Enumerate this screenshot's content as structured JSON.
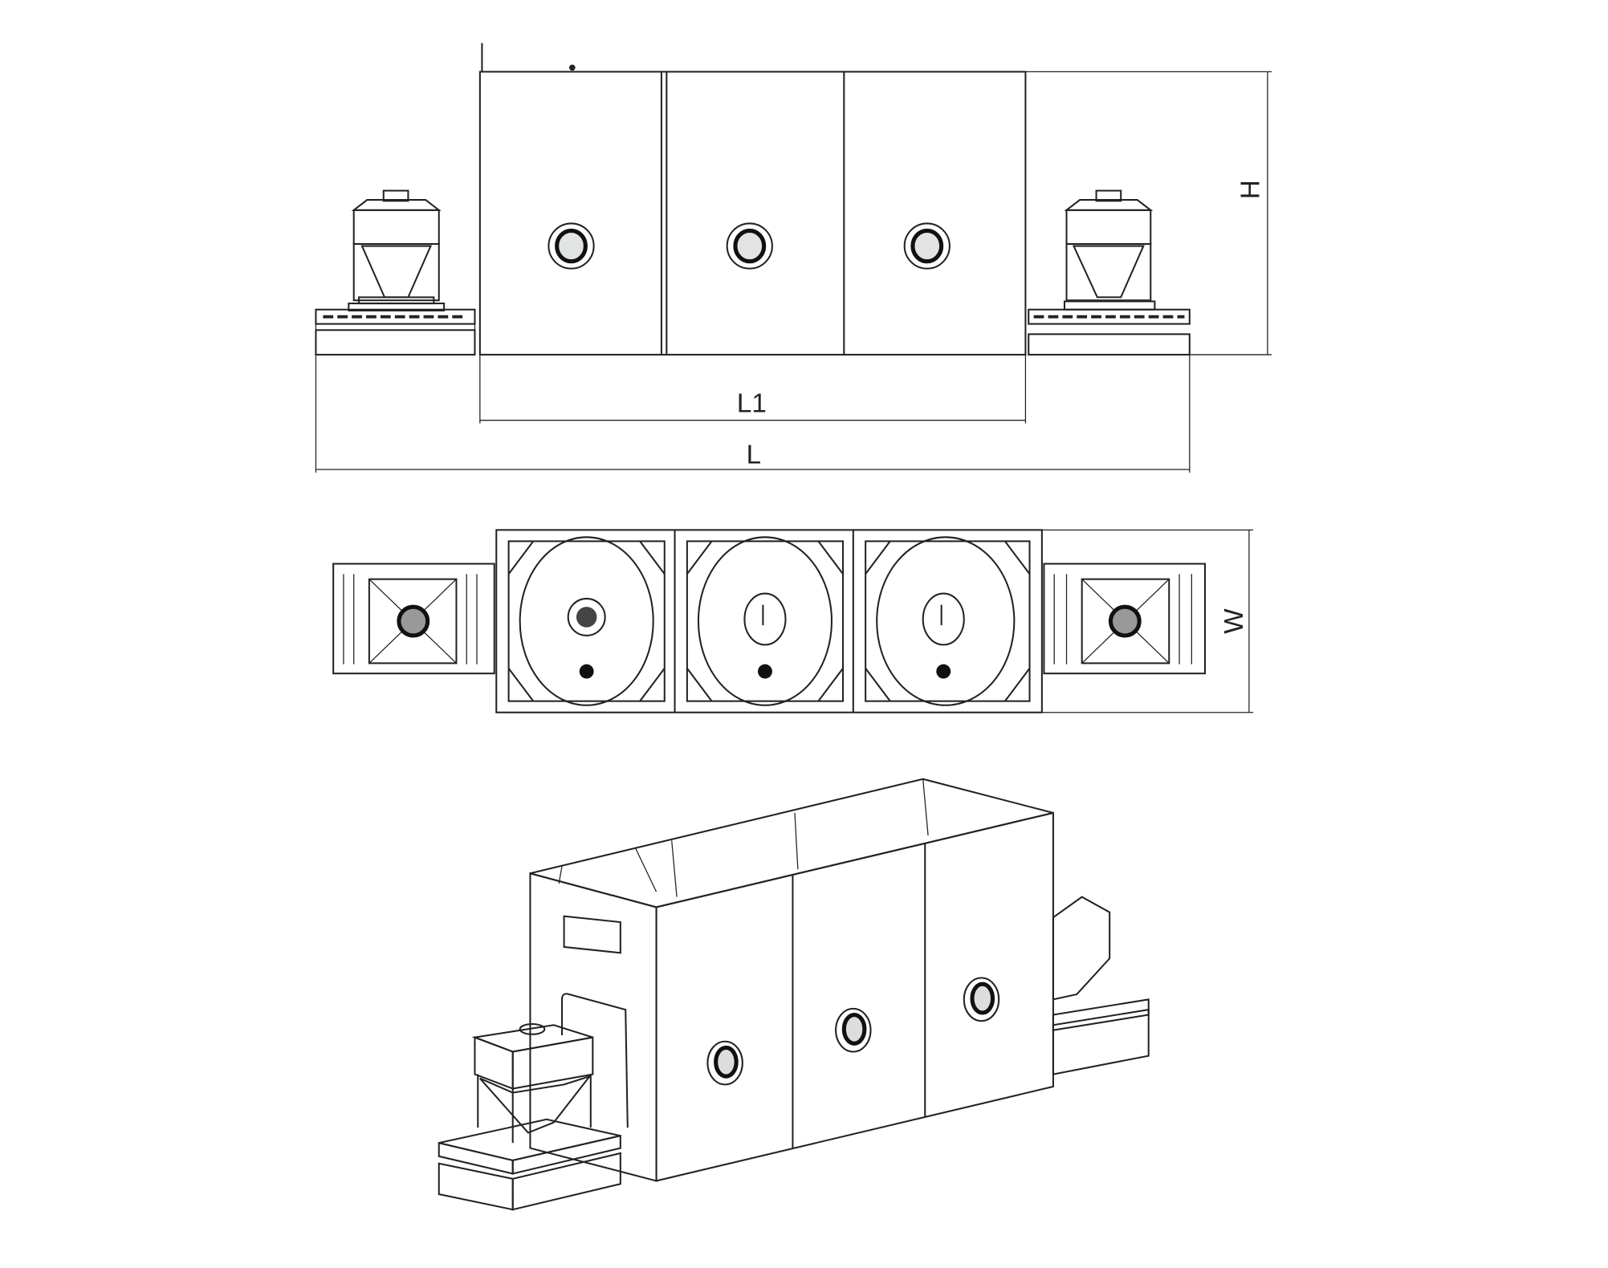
{
  "dimensions": {
    "height_label": "H",
    "inner_length_label": "L1",
    "overall_length_label": "L",
    "width_label": "W"
  },
  "colors": {
    "panel_light": "#eef0f0",
    "panel_dark": "#c6c7c7",
    "base": "#a9aaaa",
    "line": "#222222"
  }
}
